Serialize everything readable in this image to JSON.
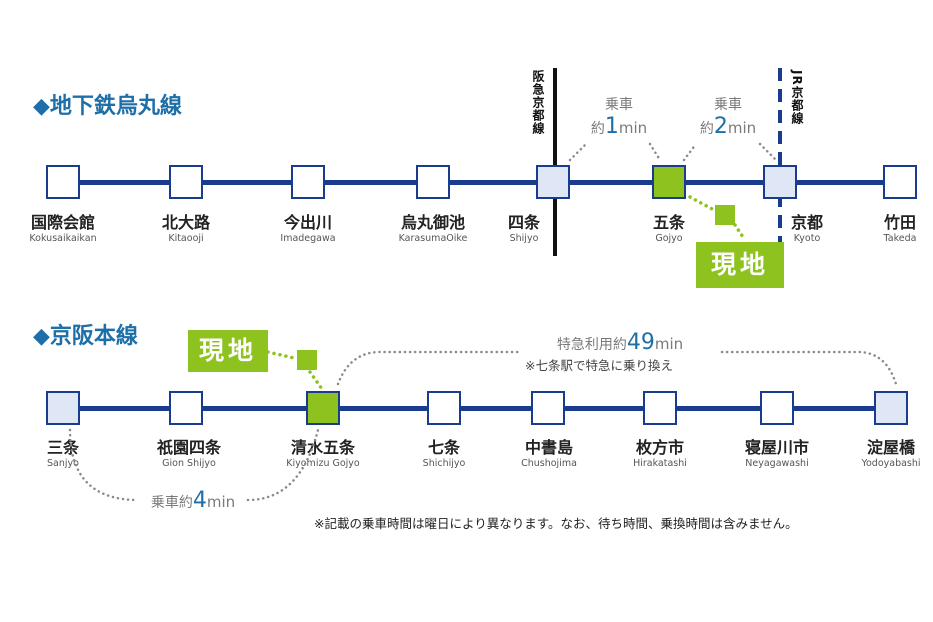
{
  "karasuma": {
    "title": "◆地下鉄烏丸線",
    "stations": [
      {
        "jp": "国際会館",
        "en": "Kokusaikaikan"
      },
      {
        "jp": "北大路",
        "en": "Kitaooji"
      },
      {
        "jp": "今出川",
        "en": "Imadegawa"
      },
      {
        "jp": "烏丸御池",
        "en": "KarasumaOike"
      },
      {
        "jp": "四条",
        "en": "Shijyo"
      },
      {
        "jp": "五条",
        "en": "Gojyo"
      },
      {
        "jp": "京都",
        "en": "Kyoto"
      },
      {
        "jp": "竹田",
        "en": "Takeda"
      }
    ],
    "hankyu_label": "阪急京都線",
    "jr_label": "JR京都線",
    "time1": {
      "label": "乗車",
      "prefix": "約",
      "value": "1",
      "unit": "min"
    },
    "time2": {
      "label": "乗車",
      "prefix": "約",
      "value": "2",
      "unit": "min"
    },
    "genchi": "現地"
  },
  "keihan": {
    "title": "◆京阪本線",
    "stations": [
      {
        "jp": "三条",
        "en": "Sanjyo"
      },
      {
        "jp": "祇園四条",
        "en": "Gion Shijyo"
      },
      {
        "jp": "清水五条",
        "en": "Kiyomizu Gojyo"
      },
      {
        "jp": "七条",
        "en": "Shichijyo"
      },
      {
        "jp": "中書島",
        "en": "Chushojima"
      },
      {
        "jp": "枚方市",
        "en": "Hirakatashi"
      },
      {
        "jp": "寝屋川市",
        "en": "Neyagawashi"
      },
      {
        "jp": "淀屋橋",
        "en": "Yodoyabashi"
      }
    ],
    "express": {
      "label": "特急利用約",
      "value": "49",
      "unit": "min",
      "sub": "※七条駅で特急に乗り換え"
    },
    "local": {
      "label": "乗車約",
      "value": "4",
      "unit": "min"
    },
    "genchi": "現地"
  },
  "footnote": "※記載の乗車時間は曜日により異なります。なお、待ち時間、乗換時間は含みません。",
  "colors": {
    "line": "#1a3c8f",
    "current": "#8dc21f",
    "transfer": "#dfe6f5",
    "title": "#1e6fa8"
  }
}
